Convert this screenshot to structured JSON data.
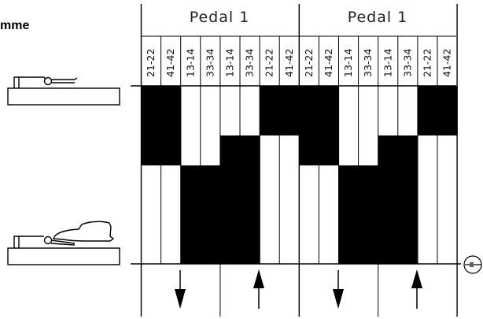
{
  "title_fragment": "mme",
  "pedal_headers": [
    "Pedal 1",
    "Pedal 1"
  ],
  "contacts": [
    "21-22",
    "41-42",
    "13-14",
    "33-34",
    "13-14",
    "33-34",
    "21-22",
    "41-42",
    "21-22",
    "41-42",
    "13-14",
    "33-34",
    "13-14",
    "33-34",
    "21-22",
    "41-42"
  ],
  "icons": [
    "pedal-released-icon",
    "pedal-pressed-icon",
    "connection-symbol-icon",
    "down-arrow-icon",
    "up-arrow-icon"
  ],
  "colors": {
    "line": "#000000",
    "fill": "#000000",
    "background": "#ffffff"
  }
}
